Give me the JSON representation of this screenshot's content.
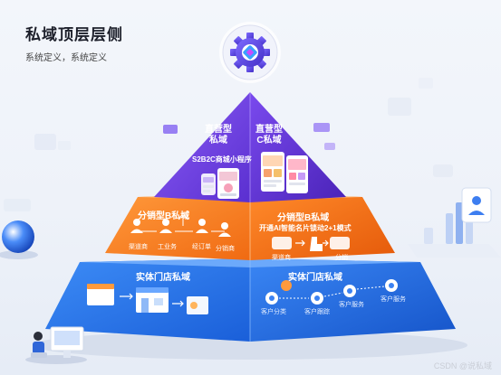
{
  "header": {
    "title": "私域顶层层侧",
    "subtitle": "系统定义，系统定义"
  },
  "tiers": {
    "top": {
      "left_title": "直营型\n私域",
      "right_title": "直营型\nC私域",
      "caption": "S2B2C商城小程序"
    },
    "middle": {
      "left_title": "分销型B私域",
      "right_title": "分销型B私域",
      "right_subtitle": "开通AI智能名片锁动2+1模式",
      "left_tags": [
        "渠道商",
        "工业务",
        "经订单",
        "分销商"
      ],
      "right_tags": [
        "渠道商",
        "分销"
      ]
    },
    "bottom": {
      "left_title": "实体门店私域",
      "right_title": "实体门店私域",
      "right_tags": [
        "客户分类",
        "客户跟踪",
        "客户服务",
        "客户服务"
      ]
    }
  },
  "watermark": "CSDN @说私域",
  "colors": {
    "top": "#6a3fe0",
    "middle": "#f57a1e",
    "bottom": "#2a77ea"
  }
}
